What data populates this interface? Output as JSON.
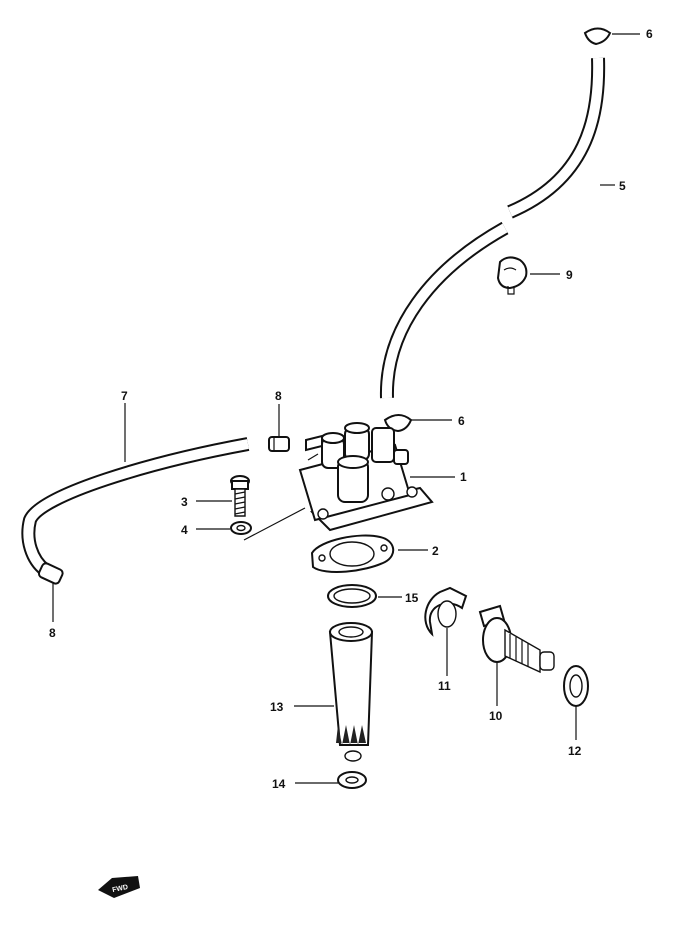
{
  "callouts": {
    "c1": "1",
    "c2": "2",
    "c3": "3",
    "c4": "4",
    "c5": "5",
    "c6a": "6",
    "c6b": "6",
    "c7": "7",
    "c8a": "8",
    "c8b": "8",
    "c9": "9",
    "c10": "10",
    "c11": "11",
    "c12": "12",
    "c13": "13",
    "c14": "14",
    "c15": "15"
  },
  "fwd_badge": "FWD"
}
